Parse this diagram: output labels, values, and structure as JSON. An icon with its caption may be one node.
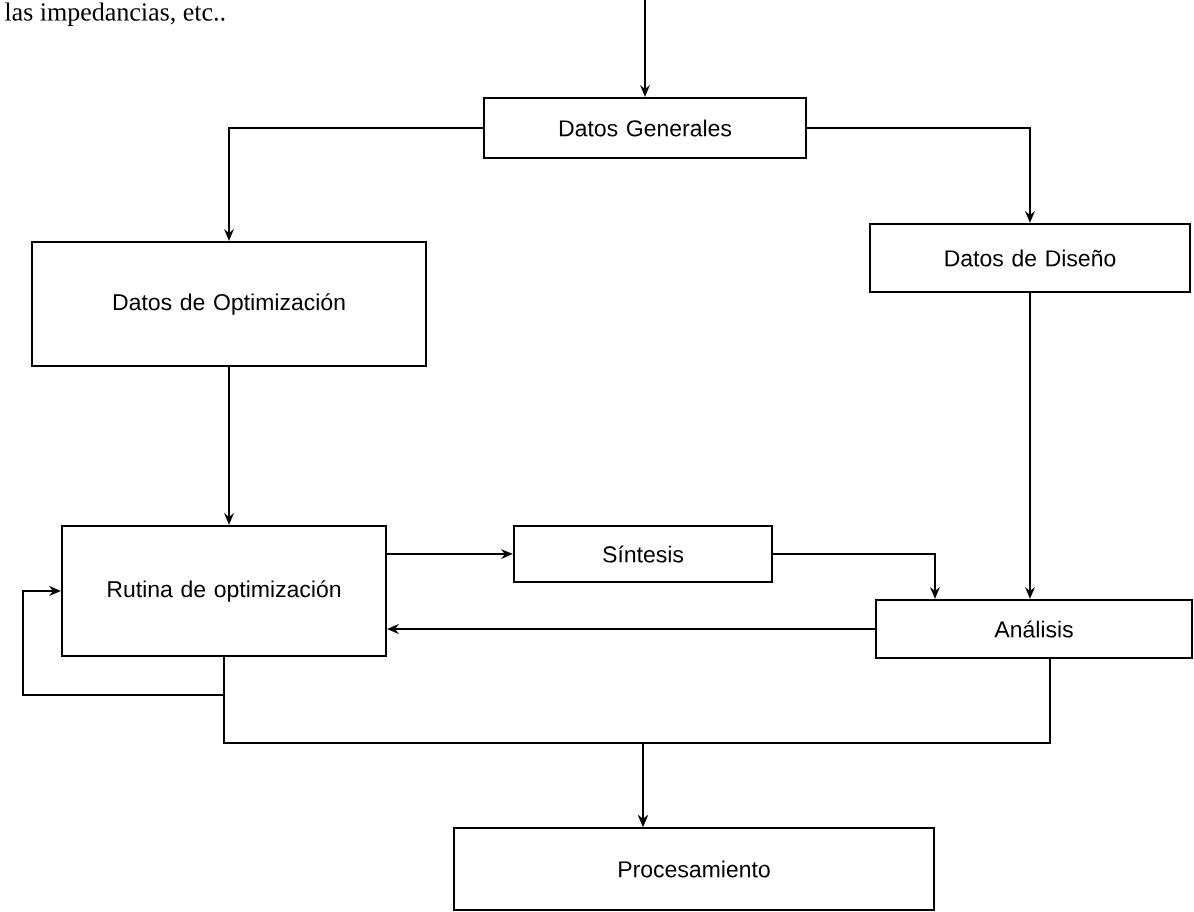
{
  "diagram": {
    "nodes": [
      {
        "text": [
          "Datos Generales"
        ]
      },
      {
        "text": [
          "Datos de Optimización"
        ]
      },
      {
        "text": [
          "Datos de Diseño"
        ]
      },
      {
        "text": [
          "Rutina de optimización"
        ]
      },
      {
        "text": [
          "Síntesis"
        ]
      },
      {
        "text": [
          "Análisis"
        ]
      },
      {
        "text": [
          "Procesamiento"
        ]
      }
    ],
    "edges": [
      {
        "from": null,
        "to": 0,
        "arrow": "to"
      },
      {
        "from": 0,
        "to": 1,
        "arrow": "to"
      },
      {
        "from": 0,
        "to": 2,
        "arrow": "to"
      },
      {
        "from": 1,
        "to": 3,
        "arrow": "to"
      },
      {
        "from": 3,
        "to": 4,
        "arrow": "to"
      },
      {
        "from": 4,
        "to": 5,
        "arrow": "to"
      },
      {
        "from": 2,
        "to": 5,
        "arrow": "to"
      },
      {
        "from": 5,
        "to": 3,
        "arrow": "to"
      },
      {
        "from": 3,
        "to": 3,
        "arrow": "to"
      },
      {
        "from": 3,
        "to": 6,
        "arrow": "to"
      },
      {
        "from": 5,
        "to": 6,
        "arrow": "to"
      }
    ],
    "labels": [
      "las impedancias, etc.."
    ]
  }
}
